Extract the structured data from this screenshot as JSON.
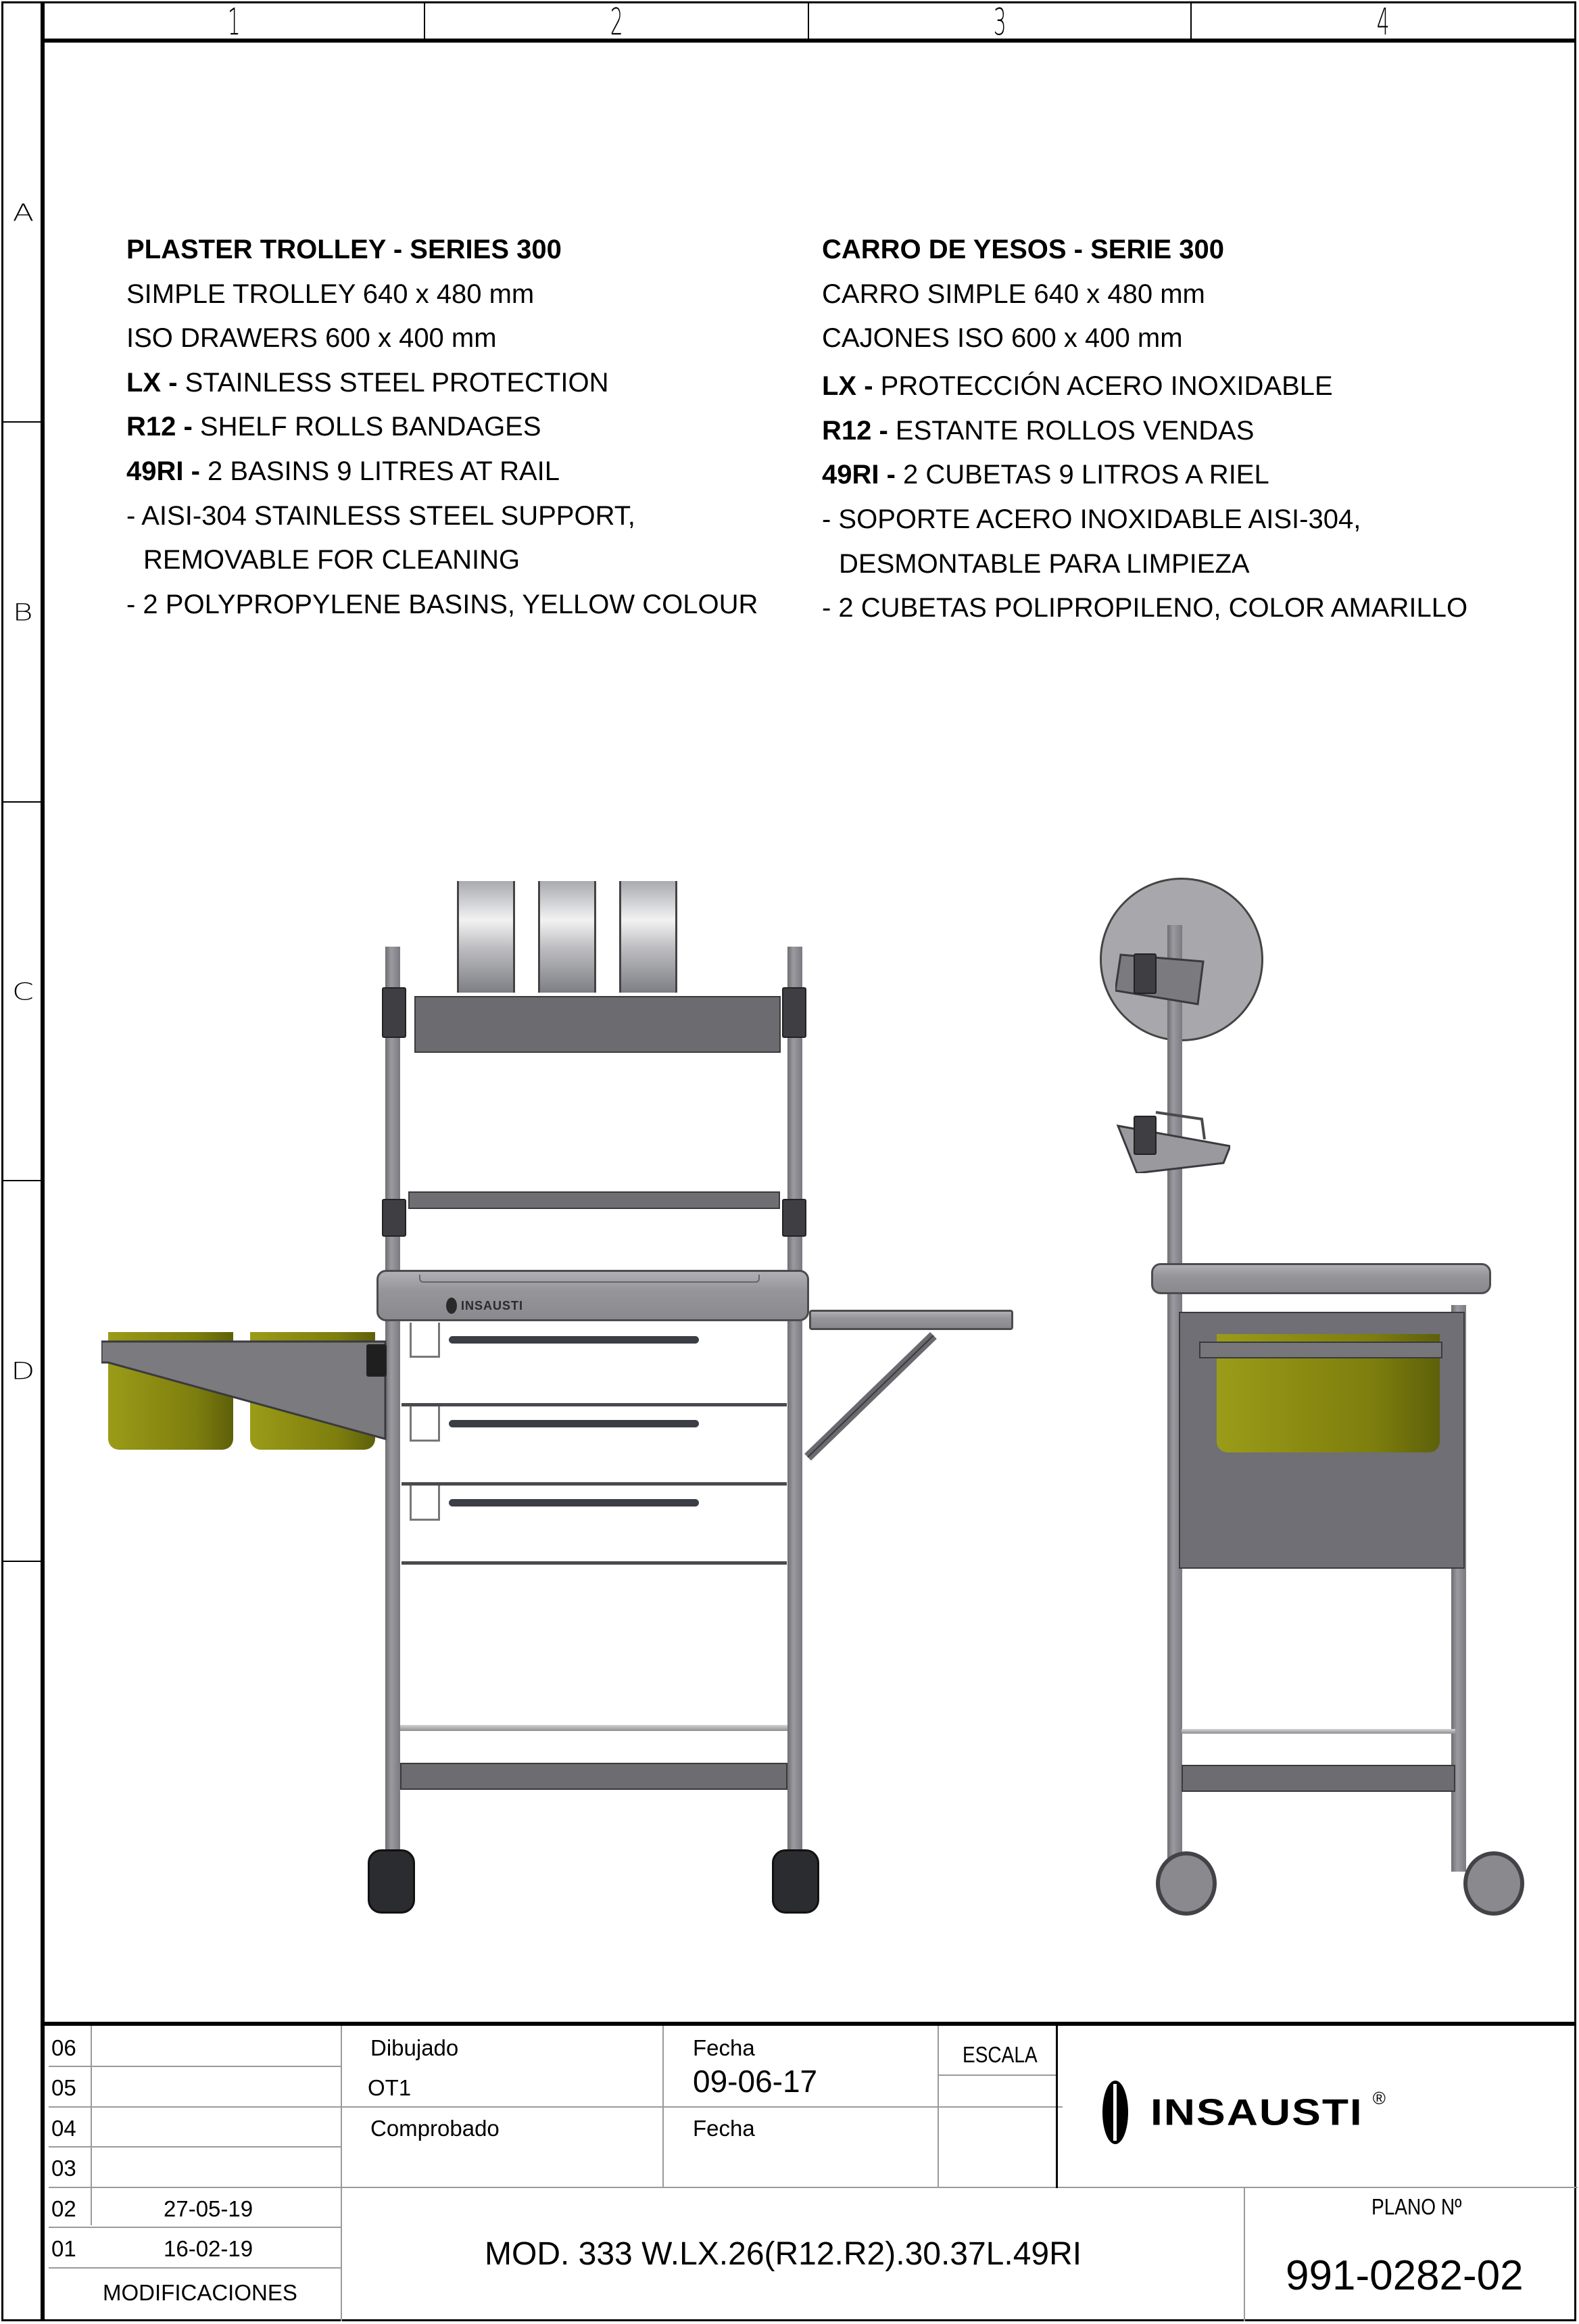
{
  "frame": {
    "columns": [
      "1",
      "2",
      "3",
      "4"
    ],
    "rows": [
      "A",
      "B",
      "C",
      "D"
    ]
  },
  "spec_en": {
    "title": "PLASTER TROLLEY - SERIES 300",
    "lines": [
      {
        "code": "",
        "text": "SIMPLE TROLLEY 640 x 480 mm"
      },
      {
        "code": "",
        "text": "ISO DRAWERS 600 x 400 mm"
      },
      {
        "code": "LX -",
        "text": " STAINLESS STEEL PROTECTION"
      },
      {
        "code": "R12 -",
        "text": " SHELF ROLLS BANDAGES"
      },
      {
        "code": "49RI -",
        "text": " 2 BASINS 9 LITRES AT RAIL"
      },
      {
        "code": "",
        "text": "- AISI-304 STAINLESS STEEL SUPPORT,"
      },
      {
        "code": "",
        "text": "REMOVABLE FOR CLEANING"
      },
      {
        "code": "",
        "text": "- 2 POLYPROPYLENE BASINS, YELLOW COLOUR"
      }
    ]
  },
  "spec_es": {
    "title": "CARRO DE YESOS - SERIE 300",
    "lines": [
      {
        "code": "",
        "text": "CARRO SIMPLE 640 x 480 mm"
      },
      {
        "code": "",
        "text": "CAJONES ISO 600 x 400 mm"
      },
      {
        "code": "LX -",
        "text": " PROTECCIÓN ACERO INOXIDABLE"
      },
      {
        "code": "R12 -",
        "text": " ESTANTE ROLLOS VENDAS"
      },
      {
        "code": "49RI -",
        "text": " 2 CUBETAS 9 LITROS A RIEL"
      },
      {
        "code": "",
        "text": "- SOPORTE ACERO INOXIDABLE AISI-304,"
      },
      {
        "code": "",
        "text": "DESMONTABLE PARA LIMPIEZA"
      },
      {
        "code": "",
        "text": "- 2 CUBETAS POLIPROPILENO, COLOR AMARILLO"
      }
    ]
  },
  "drawing": {
    "front_view_brand": "INSAUSTI",
    "colors": {
      "basin_yellow": "#8a8a12",
      "steel_dark": "#5f5f63",
      "steel_light": "#96969a",
      "clamp": "#3f3f43"
    }
  },
  "title_block": {
    "modifications": {
      "rows": [
        {
          "num": "06",
          "date": ""
        },
        {
          "num": "05",
          "date": ""
        },
        {
          "num": "04",
          "date": ""
        },
        {
          "num": "03",
          "date": ""
        },
        {
          "num": "02",
          "date": "27-05-19"
        },
        {
          "num": "01",
          "date": "16-02-19"
        }
      ],
      "label": "MODIFICACIONES"
    },
    "drawn_label": "Dibujado",
    "drawn_value": "OT1",
    "drawn_date_label": "Fecha",
    "drawn_date_value": "09-06-17",
    "checked_label": "Comprobado",
    "checked_date_label": "Fecha",
    "scale_label": "ESCALA",
    "scale_value": "",
    "company": "INSAUSTI",
    "registered": "®",
    "model": "MOD. 333 W.LX.26(R12.R2).30.37L.49RI",
    "plan_label": "PLANO Nº",
    "plan_number": "991-0282-02"
  }
}
